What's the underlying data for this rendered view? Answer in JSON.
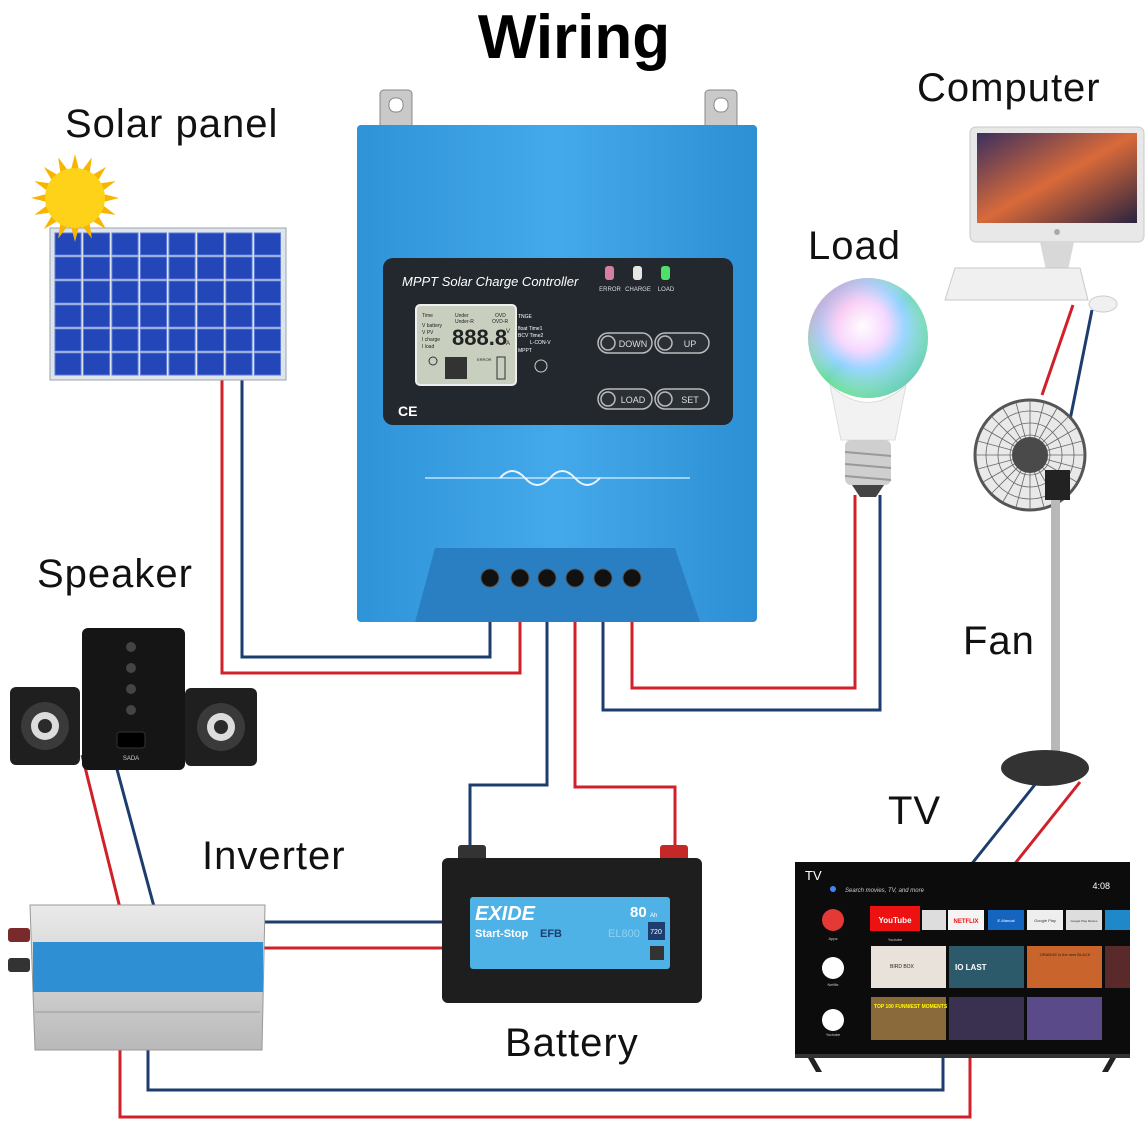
{
  "title": "Wiring",
  "labels": {
    "solar_panel": "Solar panel",
    "computer": "Computer",
    "load": "Load",
    "speaker": "Speaker",
    "fan": "Fan",
    "tv": "TV",
    "inverter": "Inverter",
    "battery": "Battery"
  },
  "controller": {
    "title": "MPPT  Solar  Charge  Controller",
    "leds": [
      "ERROR",
      "CHARGE",
      "LOAD"
    ],
    "buttons": [
      "DOWN",
      "UP",
      "LOAD",
      "SET"
    ],
    "lcd": {
      "digits": "888.8",
      "left_labels": [
        "Time",
        "V battery",
        "V PV",
        "I charge",
        "I load"
      ],
      "top_labels": [
        "Under",
        "Under-R",
        "OVD",
        "OVD-R"
      ],
      "units": [
        "V",
        "A"
      ],
      "right_labels": [
        "TNGE",
        "float Time1",
        "BCV Time2",
        "L-CON-V",
        "MPPT"
      ],
      "error": "ERROR"
    },
    "mark": "CE"
  },
  "battery_label": {
    "brand": "EXIDE",
    "line": "Start-Stop",
    "line_accent": "EFB",
    "capacity": "80",
    "capacity_unit": "Ah",
    "model": "EL800",
    "cca": "720"
  },
  "speaker_brand": "SADA",
  "tv_screen": {
    "label": "TV",
    "search": "Search movies, TV, and more",
    "time": "4:08",
    "side": [
      "Apps",
      "Netflix",
      "Youtube"
    ],
    "row1": [
      "YouTube",
      "",
      "NETFLIX",
      "E-Manual",
      "Google Play",
      "Google Play Movies"
    ],
    "row1_caption": "Youtube",
    "row2": [
      "BIRD BOX",
      "IO LAST",
      "ORANGE is the new BLACK"
    ],
    "row3": [
      "TOP 100 FUNNIEST MOMENTS",
      "",
      ""
    ]
  },
  "colors": {
    "wire_positive": "#d0202a",
    "wire_negative": "#1c3d6e",
    "controller_blue": "#3a9ee0",
    "panel_dark": "#23272e"
  }
}
